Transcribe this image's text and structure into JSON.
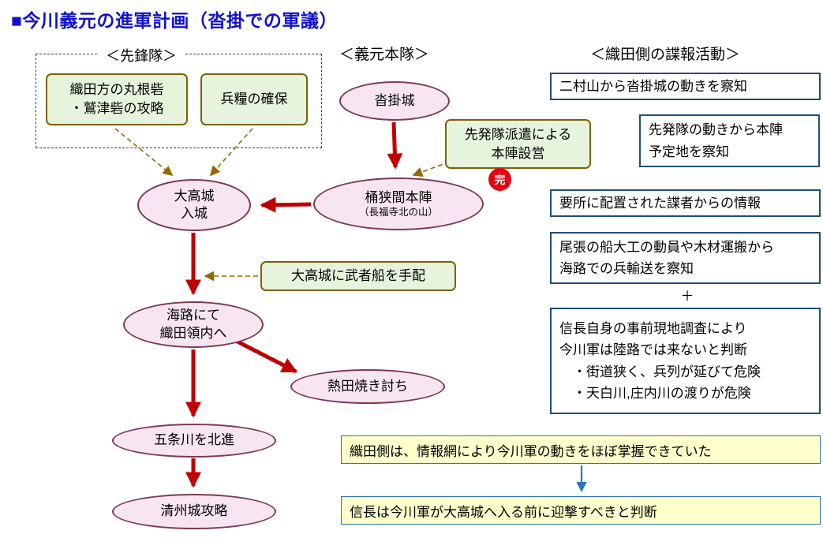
{
  "title": "■今川義元の進軍計画（沓掛での軍議）",
  "headers": {
    "vanguard": "＜先鋒隊＞",
    "main_force": "＜義元本隊＞",
    "oda_intel": "＜織田側の諜報活動＞"
  },
  "vanguard": {
    "fort_attack": "織田方の丸根砦\n・鷲津砦の攻略",
    "provisions": "兵糧の確保"
  },
  "main_route": {
    "kutsukake_castle": "沓掛城",
    "okehazama_camp": "桶狭間本陣",
    "okehazama_note": "（長福寺北の山）",
    "advance_party": "先発隊派遣による\n本陣設営",
    "done_badge": "完",
    "odaka_castle": "大高城\n入城",
    "warship_order": "大高城に武者船を手配",
    "sea_route": "海路にて\n織田領内へ",
    "atsuta_raid": "熱田焼き討ち",
    "gojo_river": "五条川を北進",
    "kiyosu_castle": "清州城攻略"
  },
  "oda_intel": {
    "items": [
      "二村山から沓掛城の動きを察知",
      "先発隊の動きから本陣\n予定地を察知",
      "要所に配置された諜者からの情報",
      "尾張の船大工の動員や木材運搬から\n海路での兵輸送を察知",
      "信長自身の事前現地調査により\n今川軍は陸路では来ないと判断\n　・街道狭く、兵列が延びて危険\n　・天白川,庄内川の渡りが危険"
    ],
    "plus_sign": "＋"
  },
  "conclusions": {
    "summary": "織田側は、情報網により今川軍の動きをほぼ掌握できていた",
    "decision": "信長は今川軍が大高城へ入る前に迎撃すべきと判断"
  },
  "colors": {
    "title_blue": "#1111CC",
    "green_fill": "#E6F4DE",
    "green_border": "#7F6000",
    "ellipse_fill": "#F7E6F2",
    "ellipse_border": "#7C3A55",
    "red_arrow": "#C00000",
    "dashed_arrow": "#996600",
    "info_border": "#1F4E79",
    "yellow_fill": "#FFFFCC",
    "blue_arrow": "#2E75B6",
    "done_red": "#E60012"
  }
}
